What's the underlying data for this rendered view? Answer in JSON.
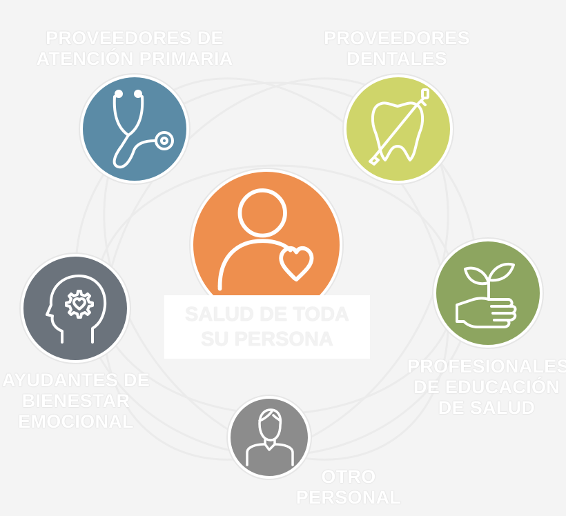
{
  "center": {
    "title_line1": "SALUD DE TODA",
    "title_line2": "SU PERSONA",
    "color": "#ee8f4e",
    "icon": "person-heart-icon"
  },
  "nodes": [
    {
      "key": "primary",
      "line1": "PROVEEDORES DE",
      "line2": "ATENCIÓN PRIMARIA",
      "color": "#5b8ba6",
      "icon": "stethoscope-icon"
    },
    {
      "key": "dental",
      "line1": "PROVEEDORES",
      "line2": "DENTALES",
      "color": "#cfd56a",
      "icon": "tooth-icon"
    },
    {
      "key": "education",
      "line1": "PROFESIONALES",
      "line2": "DE EDUCACIÓN",
      "line3": "DE SALUD",
      "color": "#8da560",
      "icon": "hand-plant-icon"
    },
    {
      "key": "other",
      "line1": "OTRO",
      "line2": "PERSONAL",
      "color": "#8c8c8c",
      "icon": "person-icon"
    },
    {
      "key": "wellness",
      "line1": "AYUDANTES DE",
      "line2": "BIENESTAR",
      "line3": "EMOCIONAL",
      "color": "#6b737c",
      "icon": "head-gear-heart-icon"
    }
  ]
}
